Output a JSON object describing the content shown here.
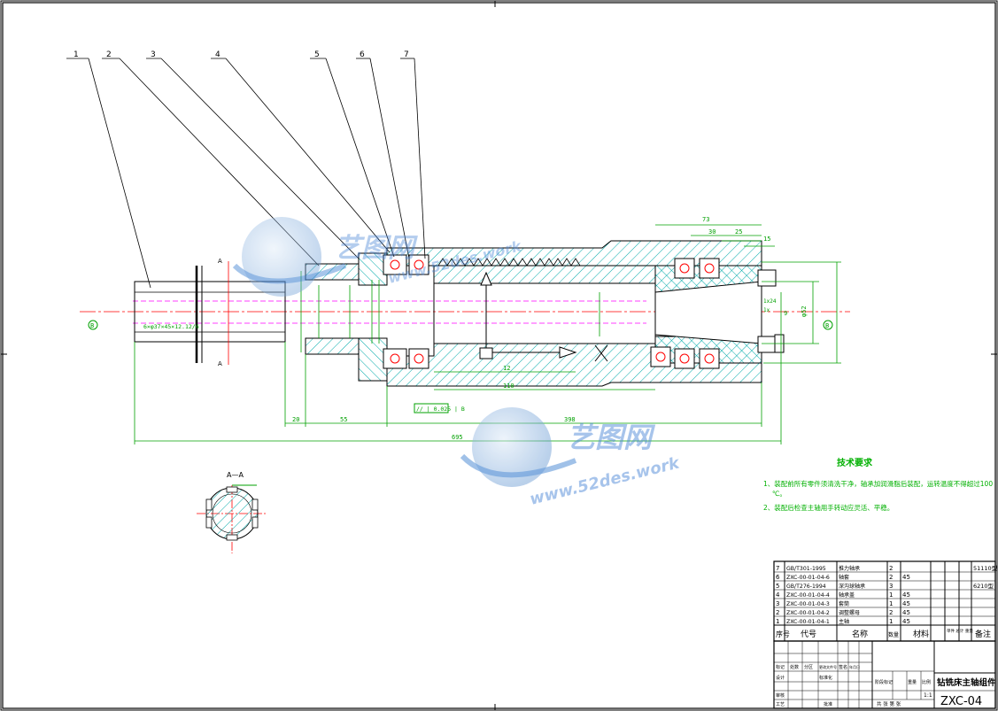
{
  "balloons": [
    "1",
    "2",
    "3",
    "4",
    "5",
    "6",
    "7"
  ],
  "section_markers": {
    "a_top": "A",
    "a_bottom": "A",
    "section_title": "A—A"
  },
  "datum": "B",
  "dimensions": {
    "d73": "73",
    "d30": "30",
    "d25": "25",
    "d15": "15",
    "d20": "20",
    "d55": "55",
    "d398": "398",
    "d695": "695",
    "d110": "110",
    "d12": "12",
    "d1x24": "1x24",
    "d1x": "1x",
    "d9": "9",
    "phi52": "φ52",
    "tol": "// | 0.025 | B",
    "spline": "6×φ37×45×12.12/6"
  },
  "watermark": {
    "brand": "艺图网",
    "url": "www.52des.work"
  },
  "tech": {
    "title": "技术要求",
    "line1": "1、装配前所有零件须清洗干净，轴承加润滑脂后装配，运转温度不得超过100",
    "line1b": "℃。",
    "line2": "2、装配后检查主轴用手转动应灵活、平稳。"
  },
  "bom": [
    {
      "no": "7",
      "code": "GB/T301-1995",
      "name": "推力轴承",
      "qty": "2",
      "mat": "",
      "note": "51110型"
    },
    {
      "no": "6",
      "code": "ZXC-00-01-04-6",
      "name": "轴套",
      "qty": "2",
      "mat": "45",
      "note": ""
    },
    {
      "no": "5",
      "code": "GB/T276-1994",
      "name": "深沟球轴承",
      "qty": "3",
      "mat": "",
      "note": "6210型"
    },
    {
      "no": "4",
      "code": "ZXC-00-01-04-4",
      "name": "轴承盖",
      "qty": "1",
      "mat": "45",
      "note": ""
    },
    {
      "no": "3",
      "code": "ZXC-00-01-04-3",
      "name": "套筒",
      "qty": "1",
      "mat": "45",
      "note": ""
    },
    {
      "no": "2",
      "code": "ZXC-00-01-04-2",
      "name": "调整螺母",
      "qty": "2",
      "mat": "45",
      "note": ""
    },
    {
      "no": "1",
      "code": "ZXC-00-01-04-1",
      "name": "主轴",
      "qty": "1",
      "mat": "45",
      "note": ""
    }
  ],
  "bom_header": {
    "no": "序号",
    "code": "代号",
    "name": "名称",
    "qty": "数量",
    "mat": "材料",
    "weight": "单件 总计 重量",
    "note": "备注"
  },
  "titleblock": {
    "drawing_title": "钻铣床主轴组件",
    "drawing_no": "ZXC-04",
    "scale": "1:1",
    "mark": "标记",
    "count": "处数",
    "zone": "分区",
    "change_doc": "更改文件号",
    "sign": "签名",
    "date": "年月日",
    "design": "设计",
    "std": "标准化",
    "review": "审核",
    "process": "工艺",
    "approve": "批准",
    "stage": "阶段标记",
    "weight": "重量",
    "ratio": "比例",
    "sheets": "共  张  第  张"
  }
}
